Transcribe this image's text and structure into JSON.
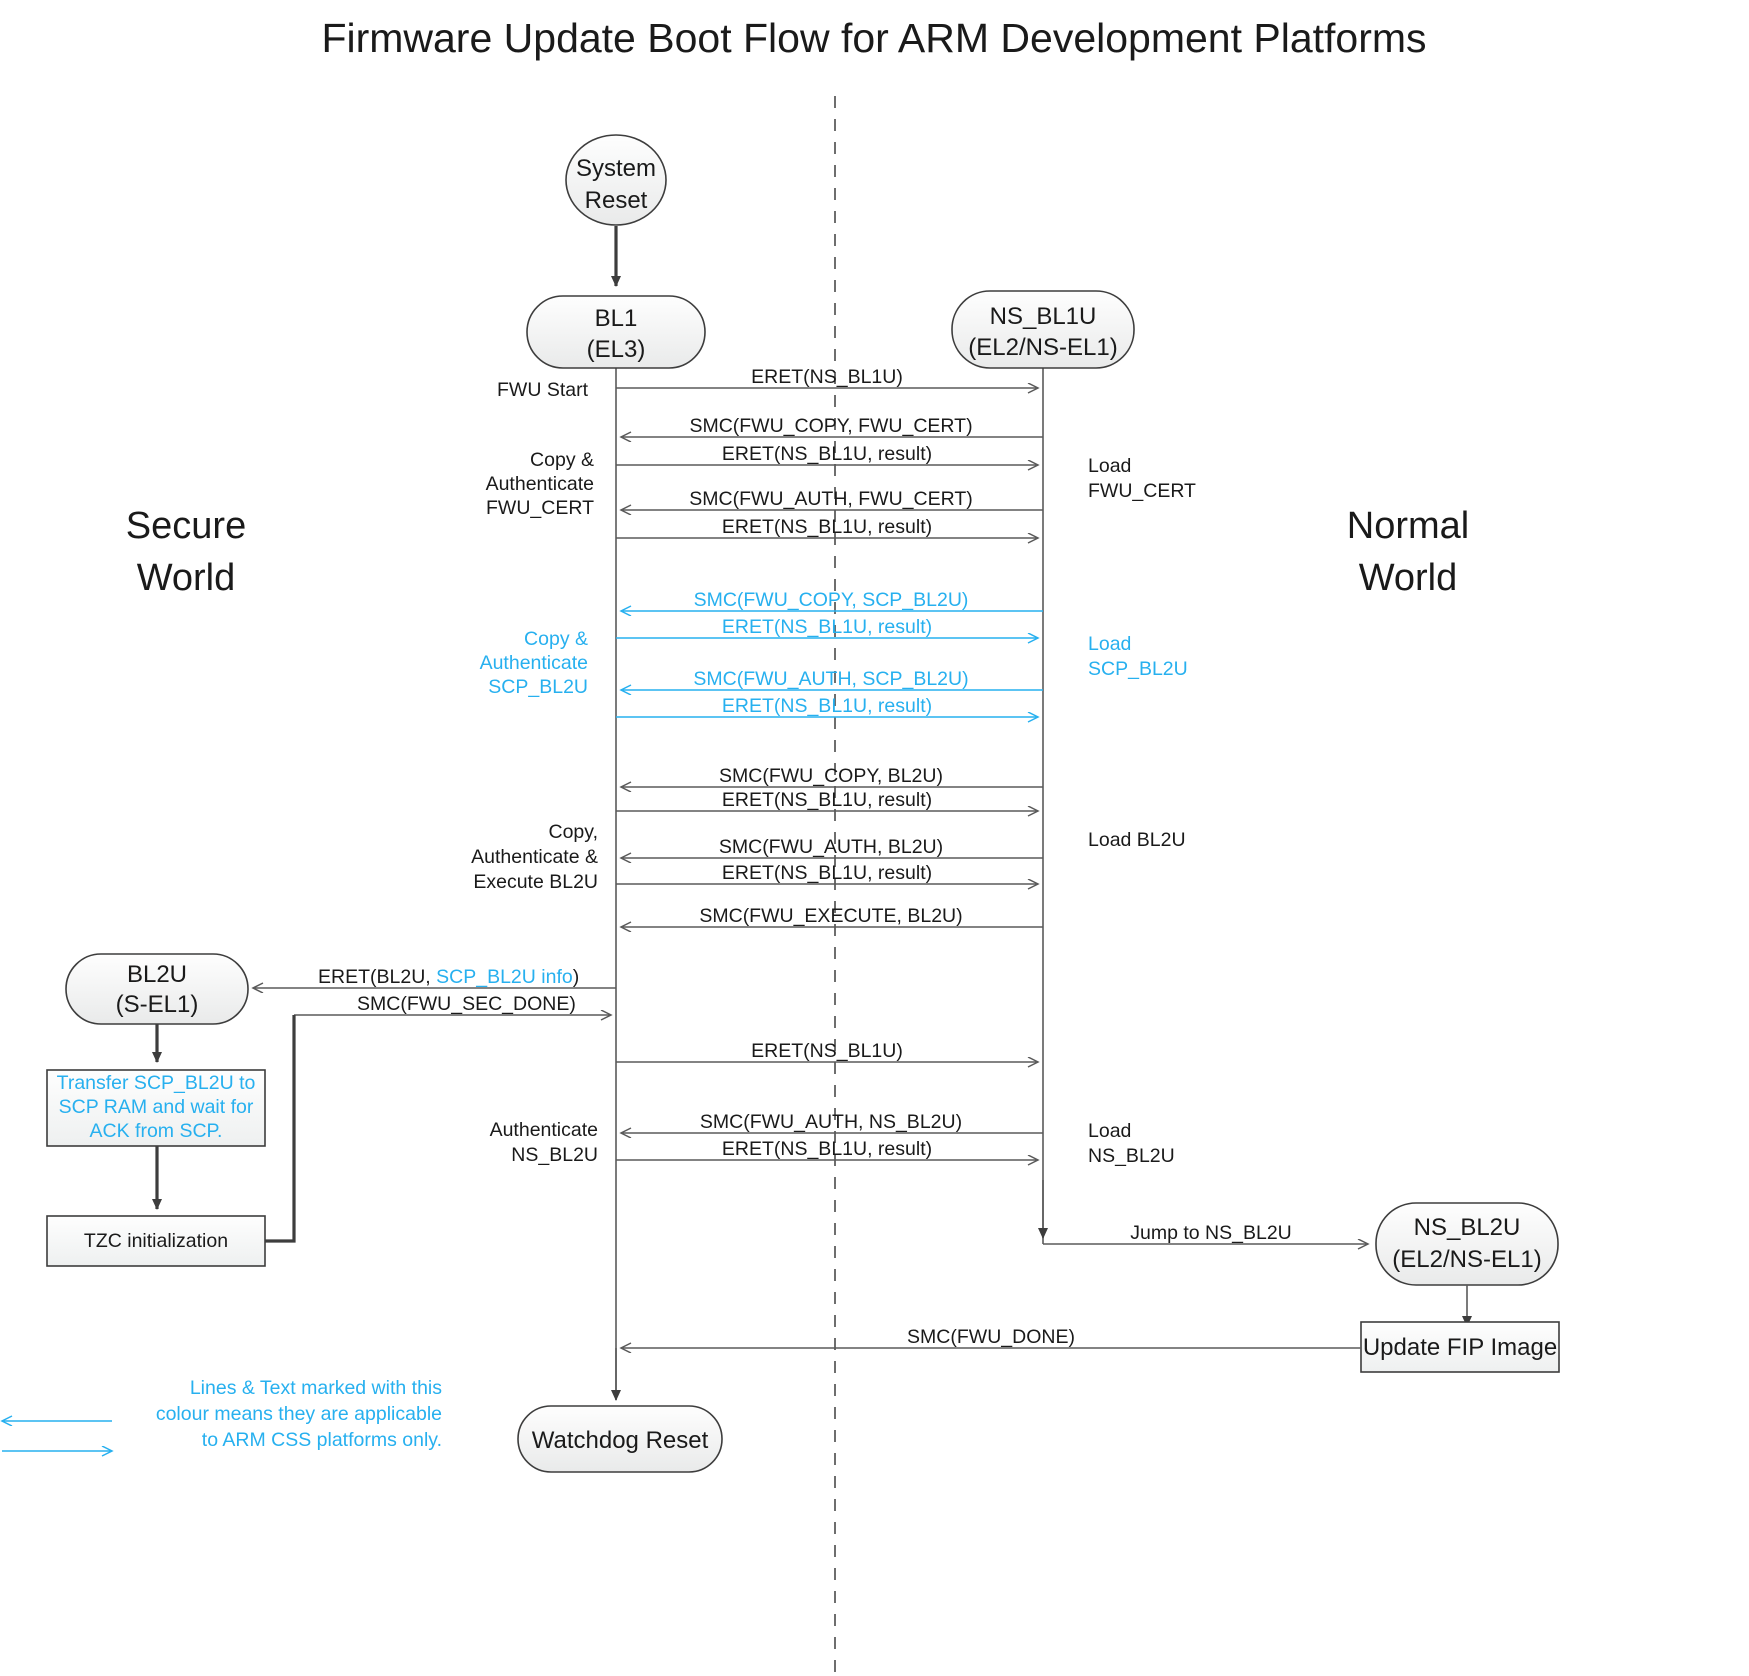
{
  "title": "Firmware Update Boot Flow for ARM Development Platforms",
  "colors": {
    "css_highlight": "#27b0ef",
    "line": "#5a5a5a",
    "node_stroke": "#3d3d3d",
    "text": "#1a1a1a",
    "node_fill_top": "#fdfdfd",
    "node_fill_bottom": "#eceded"
  },
  "world_labels": {
    "secure_line1": "Secure",
    "secure_line2": "World",
    "normal_line1": "Normal",
    "normal_line2": "World"
  },
  "nodes": {
    "system_reset": {
      "line1": "System",
      "line2": "Reset",
      "shape": "ellipse"
    },
    "bl1": {
      "line1": "BL1",
      "line2": "(EL3)",
      "shape": "rounded"
    },
    "ns_bl1u": {
      "line1": "NS_BL1U",
      "line2": "(EL2/NS-EL1)",
      "shape": "rounded"
    },
    "bl2u": {
      "line1": "BL2U",
      "line2": "(S-EL1)",
      "shape": "rounded"
    },
    "ns_bl2u": {
      "line1": "NS_BL2U",
      "line2": "(EL2/NS-EL1)",
      "shape": "rounded"
    },
    "watchdog": {
      "line1": "Watchdog Reset",
      "line2": "",
      "shape": "rounded"
    }
  },
  "process_boxes": {
    "transfer_scp": {
      "line1": "Transfer SCP_BL2U to",
      "line2": "SCP RAM and wait for",
      "line3": "ACK from SCP.",
      "cyan": true
    },
    "tzc_init": {
      "line1": "TZC initialization",
      "cyan": false
    },
    "update_fip": {
      "line1": "Update FIP Image",
      "cyan": false
    }
  },
  "left_annotations": [
    {
      "id": "fwu-start",
      "lines": [
        "FWU Start"
      ],
      "cyan": false
    },
    {
      "id": "copy-auth-cert",
      "lines": [
        "Copy &",
        "Authenticate",
        "FWU_CERT"
      ],
      "cyan": false
    },
    {
      "id": "copy-auth-scp",
      "lines": [
        "Copy &",
        "Authenticate",
        "SCP_BL2U"
      ],
      "cyan": true
    },
    {
      "id": "copy-auth-exec-bl2u",
      "lines": [
        "Copy,",
        "Authenticate &",
        "Execute BL2U"
      ],
      "cyan": false
    },
    {
      "id": "authenticate-ns-bl2u",
      "lines": [
        "Authenticate",
        "NS_BL2U"
      ],
      "cyan": false
    }
  ],
  "right_annotations": [
    {
      "id": "load-fwu-cert",
      "lines": [
        "Load",
        "FWU_CERT"
      ],
      "cyan": false
    },
    {
      "id": "load-scp-bl2u",
      "lines": [
        "Load",
        "SCP_BL2U"
      ],
      "cyan": true
    },
    {
      "id": "load-bl2u",
      "lines": [
        "Load BL2U"
      ],
      "cyan": false
    },
    {
      "id": "load-ns-bl2u",
      "lines": [
        "Load",
        "NS_BL2U"
      ],
      "cyan": false
    }
  ],
  "messages": [
    {
      "id": "m1",
      "label": "ERET(NS_BL1U)",
      "dir": "right",
      "cyan": false
    },
    {
      "id": "m2",
      "label": "SMC(FWU_COPY, FWU_CERT)",
      "dir": "left",
      "cyan": false
    },
    {
      "id": "m3",
      "label": "ERET(NS_BL1U, result)",
      "dir": "right",
      "cyan": false
    },
    {
      "id": "m4",
      "label": "SMC(FWU_AUTH, FWU_CERT)",
      "dir": "left",
      "cyan": false
    },
    {
      "id": "m5",
      "label": "ERET(NS_BL1U, result)",
      "dir": "right",
      "cyan": false
    },
    {
      "id": "m6",
      "label": "SMC(FWU_COPY, SCP_BL2U)",
      "dir": "left",
      "cyan": true
    },
    {
      "id": "m7",
      "label": "ERET(NS_BL1U, result)",
      "dir": "right",
      "cyan": true
    },
    {
      "id": "m8",
      "label": "SMC(FWU_AUTH, SCP_BL2U)",
      "dir": "left",
      "cyan": true
    },
    {
      "id": "m9",
      "label": "ERET(NS_BL1U, result)",
      "dir": "right",
      "cyan": true
    },
    {
      "id": "m10",
      "label": "SMC(FWU_COPY, BL2U)",
      "dir": "left",
      "cyan": false
    },
    {
      "id": "m11",
      "label": "ERET(NS_BL1U, result)",
      "dir": "right",
      "cyan": false
    },
    {
      "id": "m12",
      "label": "SMC(FWU_AUTH, BL2U)",
      "dir": "left",
      "cyan": false
    },
    {
      "id": "m13",
      "label": "ERET(NS_BL1U, result)",
      "dir": "right",
      "cyan": false
    },
    {
      "id": "m14",
      "label": "SMC(FWU_EXECUTE, BL2U)",
      "dir": "left",
      "cyan": false
    },
    {
      "id": "m15",
      "label": "ERET(NS_BL1U)",
      "dir": "right",
      "cyan": false
    },
    {
      "id": "m16",
      "label": "SMC(FWU_AUTH, NS_BL2U)",
      "dir": "left",
      "cyan": false
    },
    {
      "id": "m17",
      "label": "ERET(NS_BL1U, result)",
      "dir": "right",
      "cyan": false
    }
  ],
  "side_messages": {
    "eret_bl2u_prefix": "ERET(BL2U, ",
    "eret_bl2u_cyan": "SCP_BL2U info",
    "eret_bl2u_suffix": ")",
    "smc_fwu_sec_done": "SMC(FWU_SEC_DONE)",
    "jump_to_ns_bl2u": "Jump to NS_BL2U",
    "smc_fwu_done": "SMC(FWU_DONE)"
  },
  "legend": {
    "line1": "Lines & Text marked with this",
    "line2": "colour means they are applicable",
    "line3": "to ARM CSS platforms only."
  }
}
